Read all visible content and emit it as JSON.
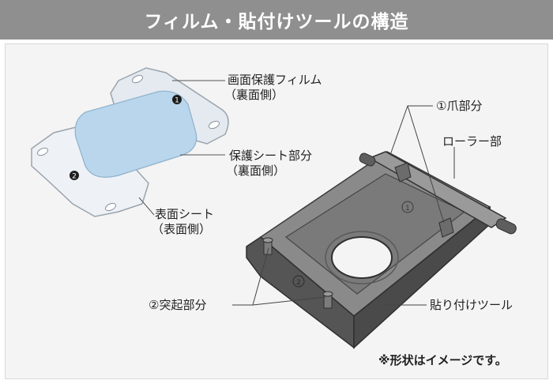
{
  "header": {
    "title": "フィルム・貼付けツールの構造"
  },
  "labels": {
    "film_line1": "画面保護フィルム",
    "film_line2": "（裏面側）",
    "protect_line1": "保護シート部分",
    "protect_line2": "（裏面側）",
    "surface_line1": "表面シート",
    "surface_line2": "（表面側）",
    "claw": "①爪部分",
    "roller": "ローラー部",
    "protrusion": "②突起部分",
    "tool": "貼り付けツール"
  },
  "markers": {
    "one": "1",
    "two": "2"
  },
  "note": "※形状はイメージです。",
  "colors": {
    "header_bg": "#8f8f8f",
    "film_blue": "#b9d6ec",
    "tool_gray": "#6e6e6e",
    "sheet": "#e9eef3"
  }
}
